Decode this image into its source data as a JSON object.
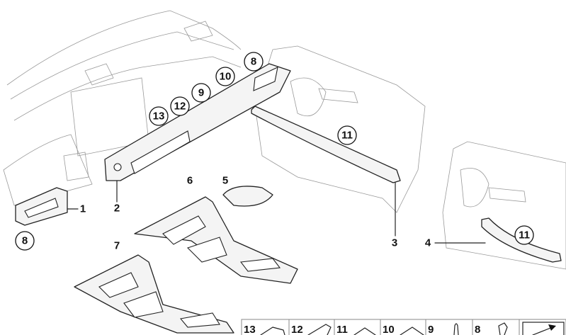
{
  "diagram": {
    "type": "exploded parts diagram",
    "circled_callouts": [
      "8",
      "10",
      "9",
      "12",
      "13",
      "11",
      "8",
      "11"
    ],
    "plain_callouts": [
      "1",
      "2",
      "6",
      "5",
      "7",
      "3",
      "4"
    ],
    "parts_strip": [
      "13",
      "12",
      "11",
      "10",
      "9",
      "8"
    ]
  }
}
